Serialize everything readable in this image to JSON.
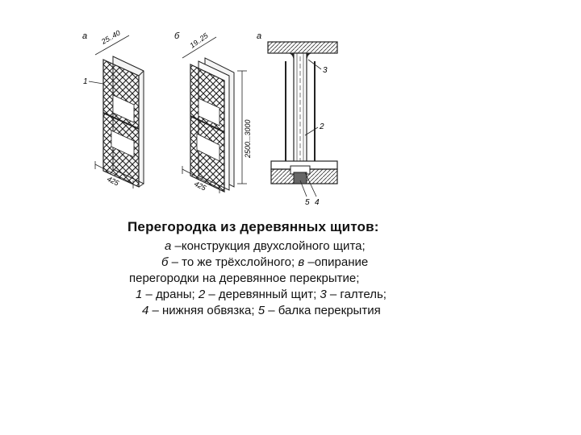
{
  "figure": {
    "label_a": "а",
    "label_b": "б",
    "label_c": "а",
    "dim_a_top": "25..40",
    "dim_b_top": "19..25",
    "dim_a_width": "425",
    "dim_b_width": "425",
    "dim_height": "2500...3000",
    "callout_1": "1",
    "callout_2": "2",
    "callout_3": "3",
    "callout_4": "4",
    "callout_5": "5"
  },
  "caption": {
    "title": "Перегородка из деревянных щитов:",
    "line1_italic": "а",
    "line1_text": " –конструкция двухслойного щита;",
    "line2_italic_b": "б",
    "line2_text1": " – то же трёхслойного; ",
    "line2_italic_v": "в",
    "line2_text2": " –опирание",
    "line3_text": "перегородки на деревянное перекрытие;",
    "line4_n1": "1",
    "line4_t1": " – драны; ",
    "line4_n2": "2",
    "line4_t2": " – деревянный щит; ",
    "line4_n3": "3",
    "line4_t3": " – галтель;",
    "line5_n4": "4",
    "line5_t4": " – нижняя обвязка; ",
    "line5_n5": "5",
    "line5_t5": " – балка перекрытия"
  }
}
